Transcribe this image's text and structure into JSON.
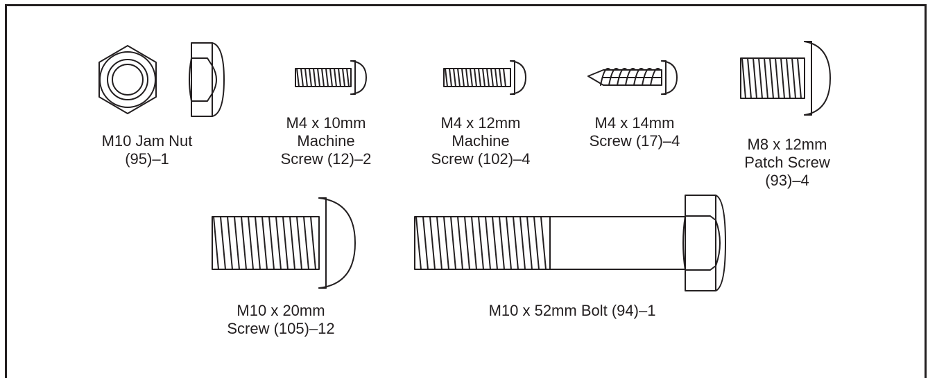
{
  "colors": {
    "ink": "#231f20",
    "paper": "#ffffff"
  },
  "parts": [
    {
      "id": "jam-nut",
      "lines": [
        "M10 Jam Nut",
        "(95)–1"
      ]
    },
    {
      "id": "m4x10",
      "lines": [
        "M4 x 10mm",
        "Machine",
        "Screw (12)–2"
      ]
    },
    {
      "id": "m4x12",
      "lines": [
        "M4 x 12mm",
        "Machine",
        "Screw (102)–4"
      ]
    },
    {
      "id": "m4x14",
      "lines": [
        "M4 x 14mm",
        "Screw (17)–4"
      ]
    },
    {
      "id": "m8x12",
      "lines": [
        "M8 x 12mm",
        "Patch Screw",
        "(93)–4"
      ]
    },
    {
      "id": "m10x20",
      "lines": [
        "M10 x 20mm",
        "Screw (105)–12"
      ]
    },
    {
      "id": "m10x52",
      "lines": [
        "M10 x 52mm Bolt (94)–1"
      ]
    }
  ]
}
